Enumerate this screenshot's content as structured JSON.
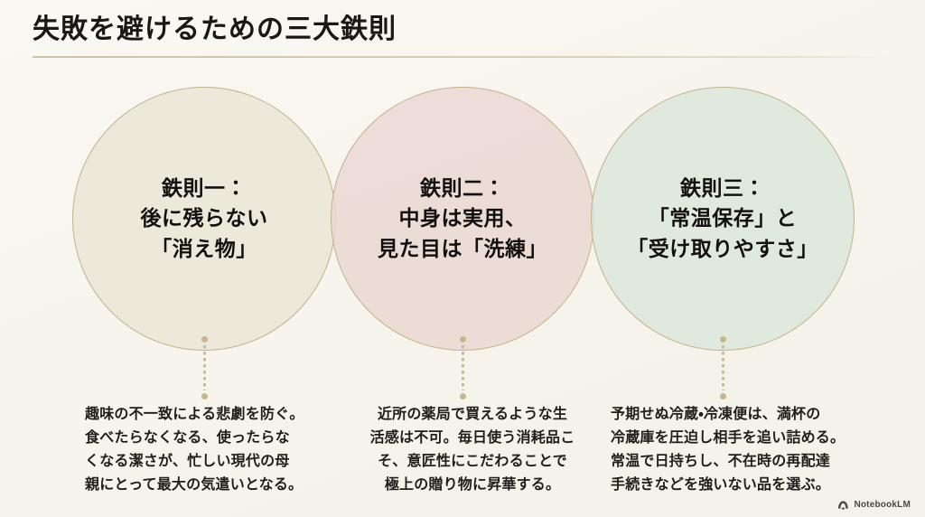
{
  "slide": {
    "title": "失敗を避けるための三大鉄則",
    "background_color": "#f7f5ef",
    "accent_color": "#bfb48a"
  },
  "circles": [
    {
      "id": "tessoku-1",
      "label": "鉄則一：\n後に残らない\n「消え物」",
      "fill_color": "#ece7d8",
      "caption": "趣味の不一致による悲劇を防ぐ。\n食べたらなくなる、使ったらな\nくなる潔さが、忙しい現代の母\n親にとって最大の気遣いとなる。"
    },
    {
      "id": "tessoku-2",
      "label": "鉄則二：\n中身は実用、\n見た目は「洗練」",
      "fill_color": "#ead6d1",
      "caption": "近所の薬局で買えるような生\n活感は不可。毎日使う消耗品こ\nそ、意匠性にこだわることで\n極上の贈り物に昇華する。"
    },
    {
      "id": "tessoku-3",
      "label": "鉄則三：\n「常温保存」と\n「受け取りやすさ」",
      "fill_color": "#dbe6d9",
      "caption": "予期せぬ冷蔵・冷凍便は、満杯の\n冷蔵庫を圧迫し相手を追い詰める。\n常温で日持ちし、不在時の再配達\n手続きなどを強いない品を選ぶ。"
    }
  ],
  "watermark": {
    "label": "NotebookLM"
  }
}
